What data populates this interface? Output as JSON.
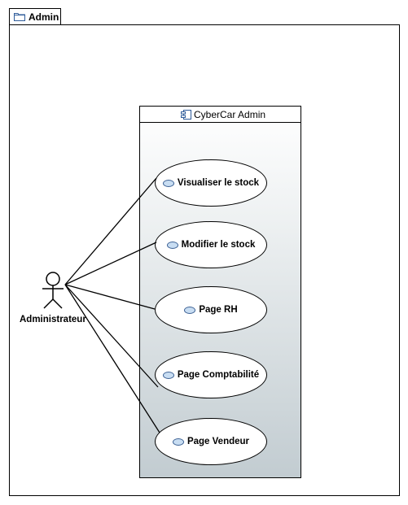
{
  "package": {
    "name": "Admin"
  },
  "subsystem": {
    "name": "CyberCar Admin"
  },
  "actor": {
    "name": "Administrateur"
  },
  "use_cases": [
    {
      "label": "Visualiser le stock"
    },
    {
      "label": "Modifier le stock"
    },
    {
      "label": "Page RH"
    },
    {
      "label": "Page Comptabilité"
    },
    {
      "label": "Page Vendeur"
    }
  ],
  "icons": {
    "package": "folder-icon",
    "subsystem": "component-icon",
    "use_case": "ellipse-icon",
    "actor": "stick-figure-icon"
  }
}
